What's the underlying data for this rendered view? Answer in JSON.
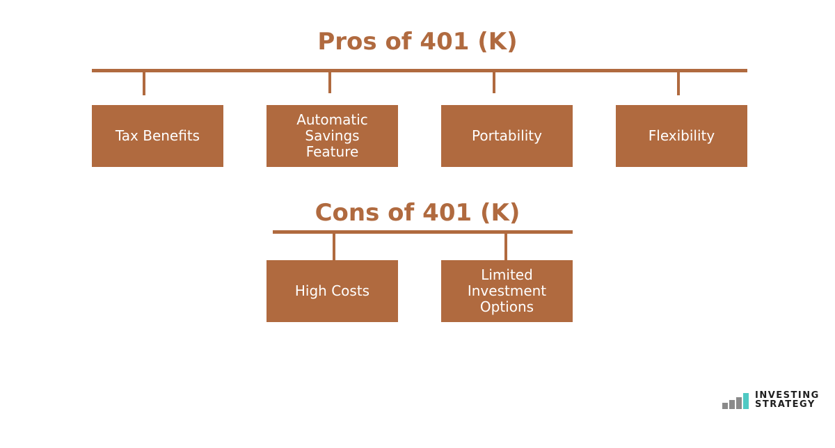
{
  "pros": {
    "title": "Pros of 401 (K)",
    "items": [
      "Tax Benefits",
      "Automatic Savings Feature",
      "Portability",
      "Flexibility"
    ]
  },
  "cons": {
    "title": "Cons of 401 (K)",
    "items": [
      "High Costs",
      "Limited Investment Options"
    ]
  },
  "logo": {
    "line1": "INVESTING",
    "line2": "STRATEGY"
  },
  "colors": {
    "accent": "#b06a3f",
    "logo_gray": "#8a8a8a",
    "logo_teal": "#4fc9c3"
  }
}
